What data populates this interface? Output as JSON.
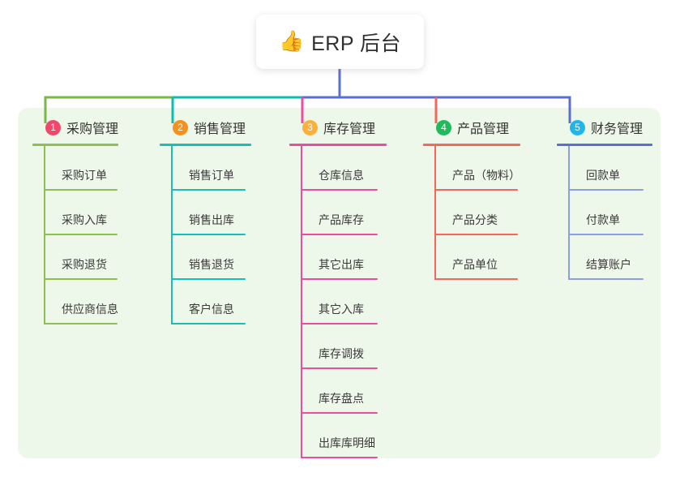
{
  "root": {
    "icon": "thumbs-up-icon",
    "icon_glyph": "👍",
    "label": "ERP 后台"
  },
  "panel": {
    "background_color": "#eef8ea"
  },
  "columns": [
    {
      "number": "1",
      "title": "采购管理",
      "badge_color": "#f0486b",
      "rule_color": "#8cc152",
      "line_color": "#8cc152",
      "connector_color": "#7ab648",
      "items": [
        {
          "label": "采购订单"
        },
        {
          "label": "采购入库"
        },
        {
          "label": "采购退货"
        },
        {
          "label": "供应商信息"
        }
      ]
    },
    {
      "number": "2",
      "title": "销售管理",
      "badge_color": "#f5911e",
      "rule_color": "#17c0b4",
      "line_color": "#17c0b4",
      "connector_color": "#0bbfb0",
      "items": [
        {
          "label": "销售订单"
        },
        {
          "label": "销售出库"
        },
        {
          "label": "销售退货"
        },
        {
          "label": "客户信息"
        }
      ]
    },
    {
      "number": "3",
      "title": "库存管理",
      "badge_color": "#fbb03b",
      "rule_color": "#ef4ba0",
      "line_color": "#ef4ba0",
      "connector_color": "#ef4ba0",
      "items": [
        {
          "label": "仓库信息"
        },
        {
          "label": "产品库存"
        },
        {
          "label": "其它出库"
        },
        {
          "label": "其它入库"
        },
        {
          "label": "库存调拨"
        },
        {
          "label": "库存盘点"
        },
        {
          "label": "出库库明细"
        }
      ]
    },
    {
      "number": "4",
      "title": "产品管理",
      "badge_color": "#22b95c",
      "rule_color": "#f4685c",
      "line_color": "#f4685c",
      "connector_color": "#f4685c",
      "items": [
        {
          "label": "产品（物料）"
        },
        {
          "label": "产品分类"
        },
        {
          "label": "产品单位"
        }
      ]
    },
    {
      "number": "5",
      "title": "财务管理",
      "badge_color": "#1fb6e8",
      "rule_color": "#5b6fd0",
      "line_color": "#8e9fe0",
      "connector_color": "#5b6fd0",
      "items": [
        {
          "label": "回款单"
        },
        {
          "label": "付款单"
        },
        {
          "label": "结算账户"
        }
      ]
    }
  ],
  "connector_bus": {
    "segment_colors": [
      "#7ab648",
      "#0bbfb0",
      "#5b6fd0"
    ],
    "root_drop_color": "#5b6fd0"
  }
}
